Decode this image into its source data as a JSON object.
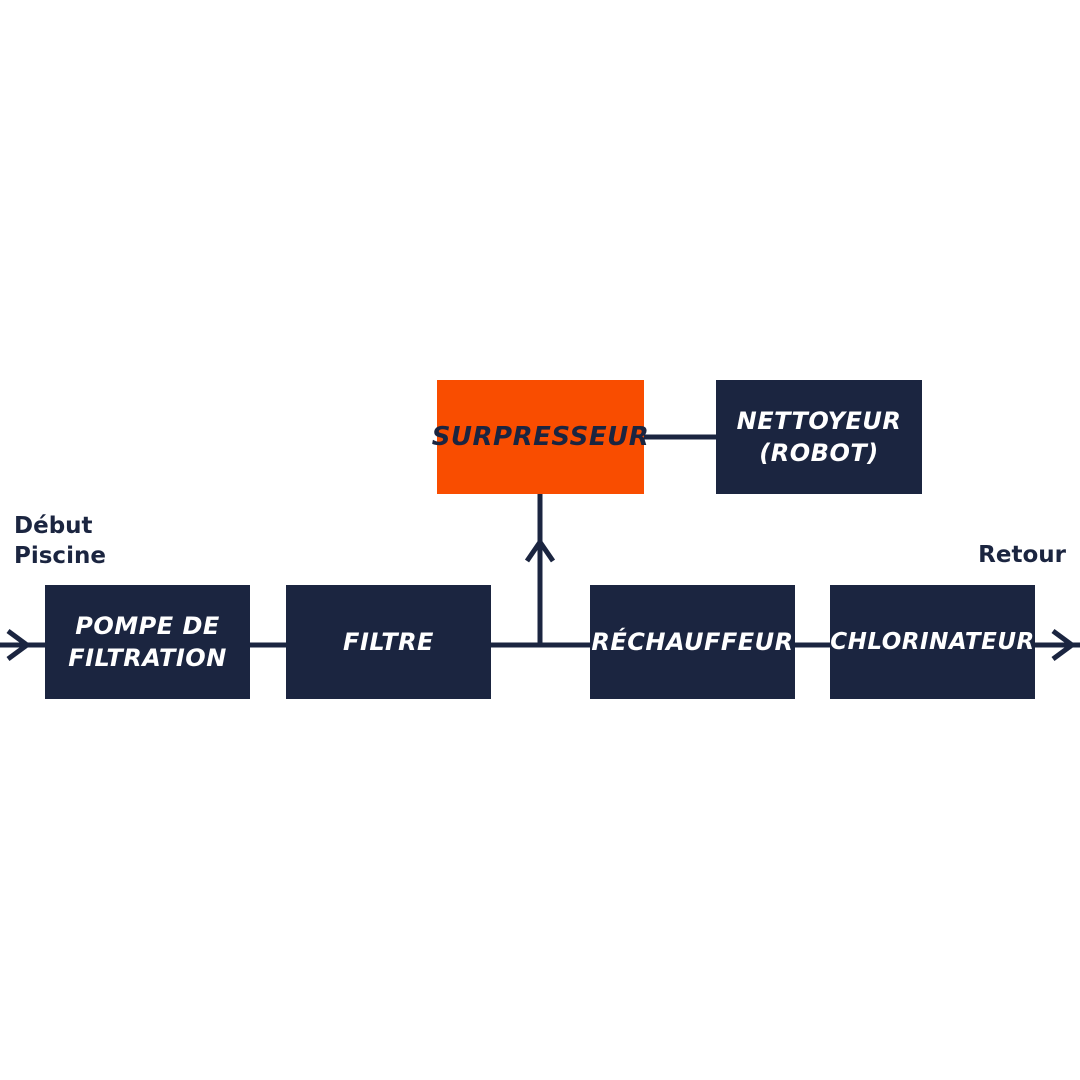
{
  "colors": {
    "navy": "#1b2540",
    "orange": "#f94d00",
    "white": "#ffffff",
    "background": "#ffffff"
  },
  "annotations": {
    "start_line1": "Début",
    "start_line2": "Piscine",
    "retour": "Retour"
  },
  "nodes": {
    "pompe": {
      "line1": "POMPE DE",
      "line2": "FILTRATION"
    },
    "filtre": {
      "label": "FILTRE"
    },
    "surpresseur": {
      "label": "SURPRESSEUR"
    },
    "nettoyeur": {
      "line1": "NETTOYEUR",
      "line2": "(ROBOT)"
    },
    "rechauffeur": {
      "label": "RÉCHAUFFEUR"
    },
    "chlorinateur": {
      "label": "CHLORINATEUR"
    }
  },
  "icons": {
    "left_arrow": "flow-in-arrow",
    "right_arrow": "flow-out-arrow",
    "up_arrow": "branch-up-arrow"
  }
}
